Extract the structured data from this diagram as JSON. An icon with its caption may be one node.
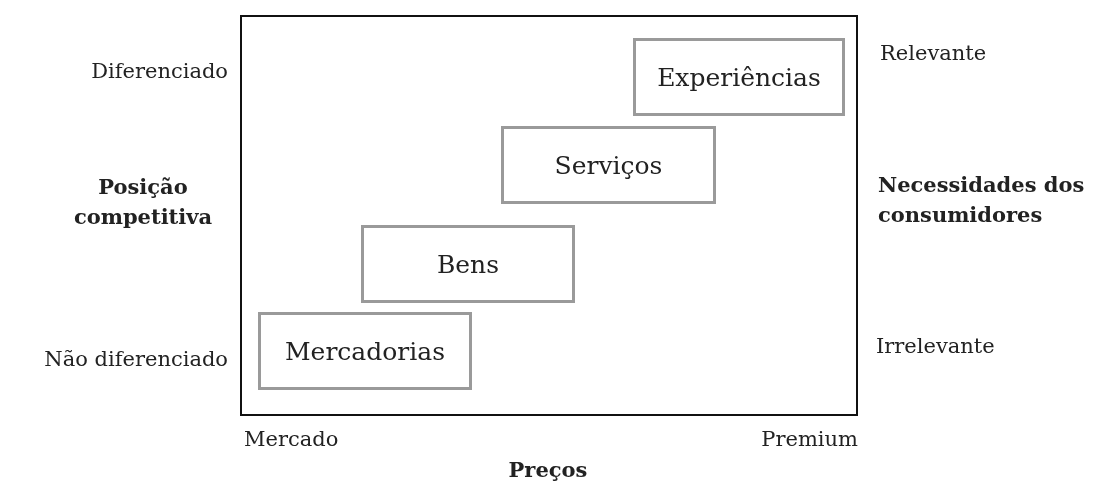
{
  "diagram": {
    "nodes": [
      {
        "text": [],
        "shape": "box"
      },
      {
        "text": [
          "Experiências"
        ],
        "in": 0
      },
      {
        "text": [
          "Serviços"
        ],
        "in": 0
      },
      {
        "text": [
          "Bens"
        ],
        "in": 0
      },
      {
        "text": [
          "Mercadorias"
        ],
        "in": 0
      }
    ],
    "edges": [],
    "labels": [
      "Diferenciado",
      "Relevante",
      "Posição competitiva",
      "Necessidades dos consumidores",
      "Não diferenciado",
      "Irrelevante",
      "Mercado",
      "Premium",
      "Preços"
    ]
  }
}
